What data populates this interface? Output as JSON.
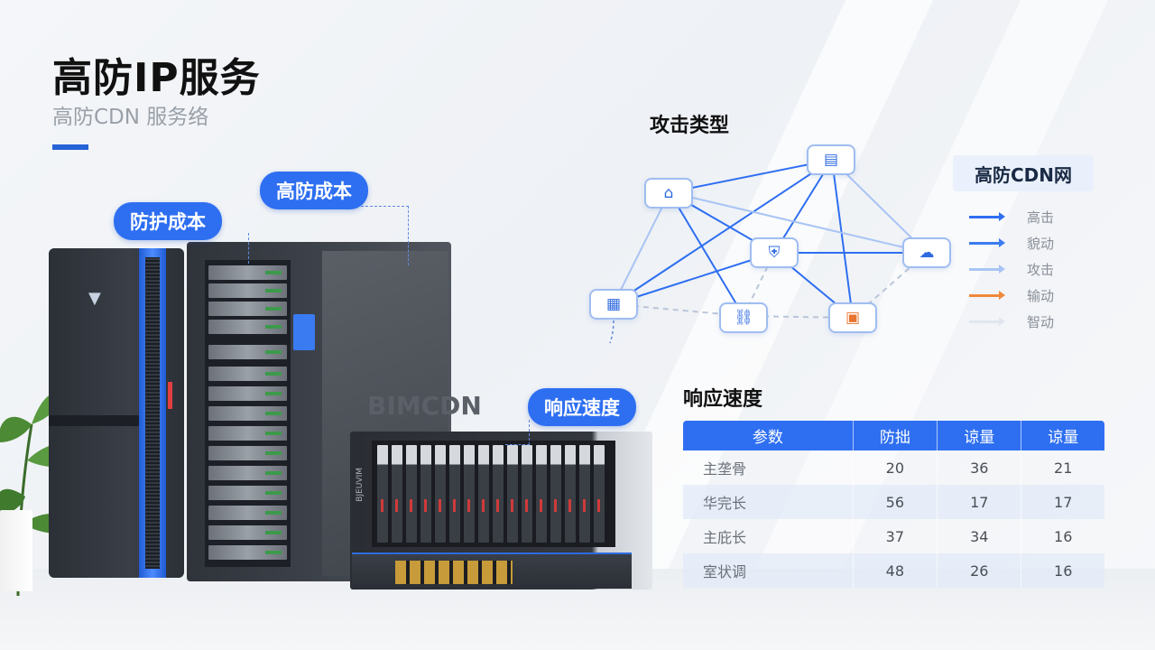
{
  "header": {
    "title": "高防IP服务",
    "subtitle": "高防CDN 服务络"
  },
  "callouts": {
    "protection_cost": "防护成本",
    "high_defense_cost": "高防成本",
    "response_speed": "响应速度"
  },
  "server": {
    "brand_text": "BIMCDN",
    "side_label": "BJEUVIM"
  },
  "network": {
    "title": "攻击类型",
    "legend_title": "高防CDN网",
    "legend": [
      {
        "label": "高击",
        "color": "#2e6ff1"
      },
      {
        "label": "貌动",
        "color": "#3b7cf0"
      },
      {
        "label": "攻击",
        "color": "#a9c4f5"
      },
      {
        "label": "输动",
        "color": "#f08a3c"
      },
      {
        "label": "智动",
        "color": "#e1e6ee"
      }
    ],
    "node_icons": [
      "house-icon",
      "server-icon",
      "shield-icon",
      "cloud-icon",
      "building-icon",
      "link-icon",
      "box-icon"
    ]
  },
  "table": {
    "title": "响应速度",
    "headers": [
      "参数",
      "防拙",
      "谅量",
      "谅量"
    ],
    "rows": [
      [
        "主垄骨",
        "20",
        "36",
        "21"
      ],
      [
        "华完长",
        "56",
        "17",
        "17"
      ],
      [
        "主庇长",
        "37",
        "34",
        "16"
      ],
      [
        "室状调",
        "48",
        "26",
        "16"
      ]
    ]
  }
}
